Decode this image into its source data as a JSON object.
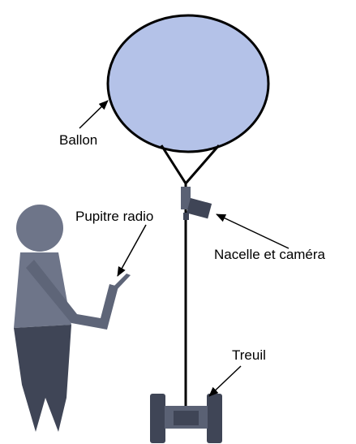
{
  "labels": {
    "balloon": "Ballon",
    "radio_console": "Pupitre radio",
    "gondola_camera": "Nacelle et caméra",
    "winch": "Treuil"
  },
  "colors": {
    "balloon_fill": "#b4c2e8",
    "outline": "#000000",
    "person_dark": "#3f4556",
    "person_mid": "#5e6578",
    "person_light": "#6e7589"
  }
}
